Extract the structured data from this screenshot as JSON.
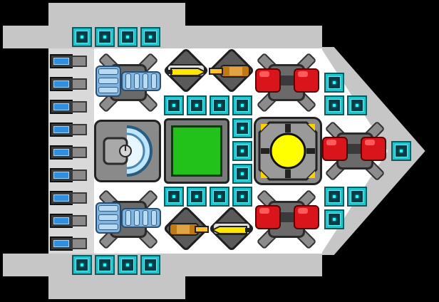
{
  "game": {
    "view": "ship-layout",
    "rooms": [
      {
        "system": "shields-icon",
        "count": 1
      },
      {
        "system": "oxygen-icon",
        "count": 1
      },
      {
        "system": "reactor-icon",
        "count": 1
      },
      {
        "system": "engines-icon",
        "count": 2
      },
      {
        "system": "weapons-icon",
        "count": 4
      },
      {
        "system": "red-heavy-laser-icon",
        "count": 3
      }
    ],
    "colors": {
      "hull": "#c6c6c6",
      "floor": "#ffffff",
      "cyan_tile": "#21c7cf",
      "green_screen": "#22c21a",
      "yellow_core": "#ffff00",
      "red_unit": "#d9141b"
    }
  }
}
